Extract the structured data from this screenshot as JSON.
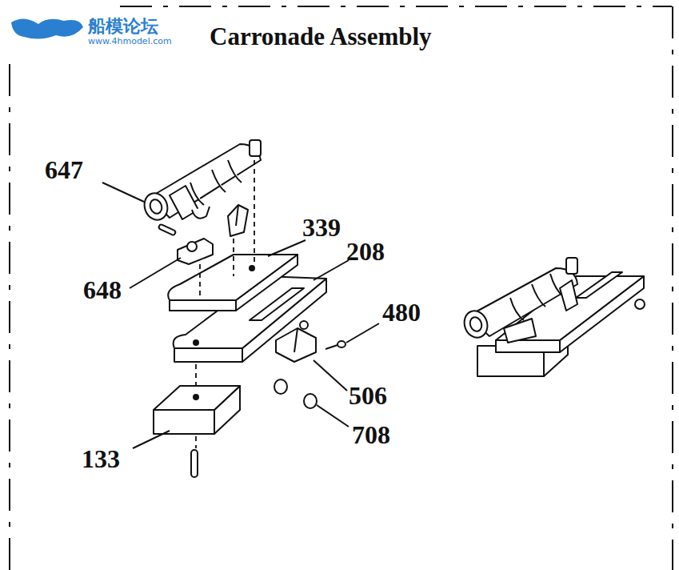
{
  "diagram": {
    "title": "Carronade Assembly",
    "labels": [
      "船模论坛",
      "www.4hmodel.com",
      "647",
      "339",
      "208",
      "648",
      "480",
      "506",
      "708",
      "133"
    ]
  }
}
